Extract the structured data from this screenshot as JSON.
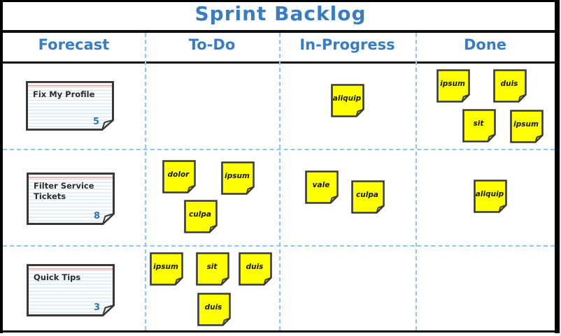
{
  "title": "Sprint Backlog",
  "columns": [
    {
      "label": "Forecast"
    },
    {
      "label": "To-Do"
    },
    {
      "label": "In-Progress"
    },
    {
      "label": "Done"
    }
  ],
  "cards": [
    {
      "title": "Fix My Profile",
      "points": "5",
      "row": 1
    },
    {
      "title": "Filter Service Tickets",
      "points": "8",
      "row": 2
    },
    {
      "title": "Quick Tips",
      "points": "3",
      "row": 3
    }
  ],
  "notes": [
    {
      "label": "aliquip",
      "row": 1,
      "column": "In-Progress"
    },
    {
      "label": "ipsum",
      "row": 1,
      "column": "Done"
    },
    {
      "label": "duis",
      "row": 1,
      "column": "Done"
    },
    {
      "label": "sit",
      "row": 1,
      "column": "Done"
    },
    {
      "label": "ipsum",
      "row": 1,
      "column": "Done"
    },
    {
      "label": "dolor",
      "row": 2,
      "column": "To-Do"
    },
    {
      "label": "ipsum",
      "row": 2,
      "column": "To-Do"
    },
    {
      "label": "culpa",
      "row": 2,
      "column": "To-Do"
    },
    {
      "label": "vale",
      "row": 2,
      "column": "In-Progress"
    },
    {
      "label": "culpa",
      "row": 2,
      "column": "In-Progress"
    },
    {
      "label": "aliquip",
      "row": 2,
      "column": "Done"
    },
    {
      "label": "ipsum",
      "row": 3,
      "column": "To-Do"
    },
    {
      "label": "sit",
      "row": 3,
      "column": "To-Do"
    },
    {
      "label": "duis",
      "row": 3,
      "column": "To-Do"
    },
    {
      "label": "duis",
      "row": 3,
      "column": "To-Do"
    }
  ],
  "colors": {
    "accent_blue": "#3a7cc2",
    "note_yellow": "#feff00",
    "divider_dash_blue": "#8cc7ee",
    "points_blue": "#2e74b8"
  }
}
